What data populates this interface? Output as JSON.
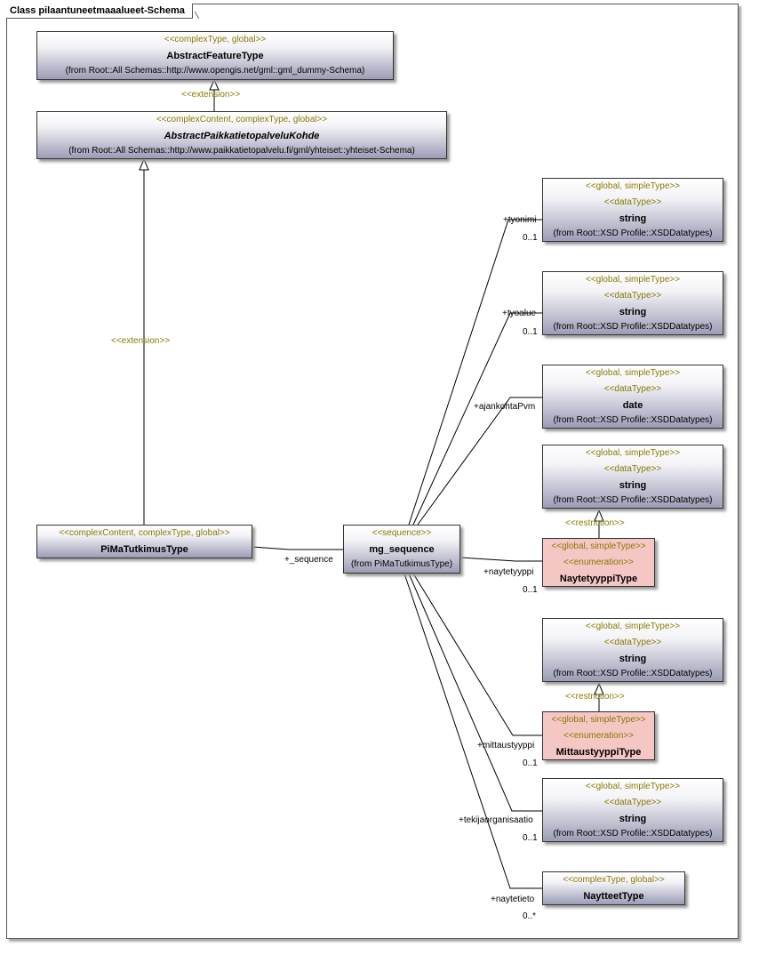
{
  "frame": {
    "title": "Class pilaantuneetmaaalueet-Schema"
  },
  "classes": {
    "abstract_feature_type": {
      "stereo": "<<complexType, global>>",
      "name": "AbstractFeatureType",
      "from": "(from Root::All Schemas::http://www.opengis.net/gml::gml_dummy-Schema)"
    },
    "abstract_kohde": {
      "stereo": "<<complexContent, complexType, global>>",
      "name": "AbstractPaikkatietopalveluKohde",
      "from": "(from Root::All Schemas::http://www.paikkatietopalvelu.fi/gml/yhteiset::yhteiset-Schema)"
    },
    "pima": {
      "stereo": "<<complexContent, complexType, global>>",
      "name": "PiMaTutkimusType"
    },
    "mg_sequence": {
      "stereo": "<<sequence>>",
      "name": "mg_sequence",
      "from": "(from PiMaTutkimusType)"
    },
    "string1": {
      "stereo": "<<global, simpleType>>",
      "stereo2": "<<dataType>>",
      "name": "string",
      "from": "(from Root::XSD Profile::XSDDatatypes)"
    },
    "string2": {
      "stereo": "<<global, simpleType>>",
      "stereo2": "<<dataType>>",
      "name": "string",
      "from": "(from Root::XSD Profile::XSDDatatypes)"
    },
    "date": {
      "stereo": "<<global, simpleType>>",
      "stereo2": "<<dataType>>",
      "name": "date",
      "from": "(from Root::XSD Profile::XSDDatatypes)"
    },
    "string3": {
      "stereo": "<<global, simpleType>>",
      "stereo2": "<<dataType>>",
      "name": "string",
      "from": "(from Root::XSD Profile::XSDDatatypes)"
    },
    "naytetyyppi": {
      "stereo": "<<global, simpleType>>",
      "stereo2": "<<enumeration>>",
      "name": "NaytetyyppiType"
    },
    "string4": {
      "stereo": "<<global, simpleType>>",
      "stereo2": "<<dataType>>",
      "name": "string",
      "from": "(from Root::XSD Profile::XSDDatatypes)"
    },
    "mittaustyyppi": {
      "stereo": "<<global, simpleType>>",
      "stereo2": "<<enumeration>>",
      "name": "MittaustyyppiType"
    },
    "string5": {
      "stereo": "<<global, simpleType>>",
      "stereo2": "<<dataType>>",
      "name": "string",
      "from": "(from Root::XSD Profile::XSDDatatypes)"
    },
    "naytteet": {
      "stereo": "<<complexType, global>>",
      "name": "NaytteetType"
    }
  },
  "labels": {
    "ext1": "<<extension>>",
    "ext2": "<<extension>>",
    "restr1": "<<restriction>>",
    "restr2": "<<restriction>>",
    "seq_role": "+_sequence",
    "tyonimi": "+tyonimi",
    "tyonimi_m": "0..1",
    "tyoalue": "+tyoalue",
    "tyoalue_m": "0..1",
    "ajankohta": "+ajankohtaPvm",
    "naytetyyppi": "+naytetyyppi",
    "naytetyyppi_m": "0..1",
    "mittaustyyppi": "+mittaustyyppi",
    "mittaustyyppi_m": "0..1",
    "tekija": "+tekijaorganisaatio",
    "tekija_m": "0..1",
    "naytetieto": "+naytetieto",
    "naytetieto_m": "0..*"
  }
}
